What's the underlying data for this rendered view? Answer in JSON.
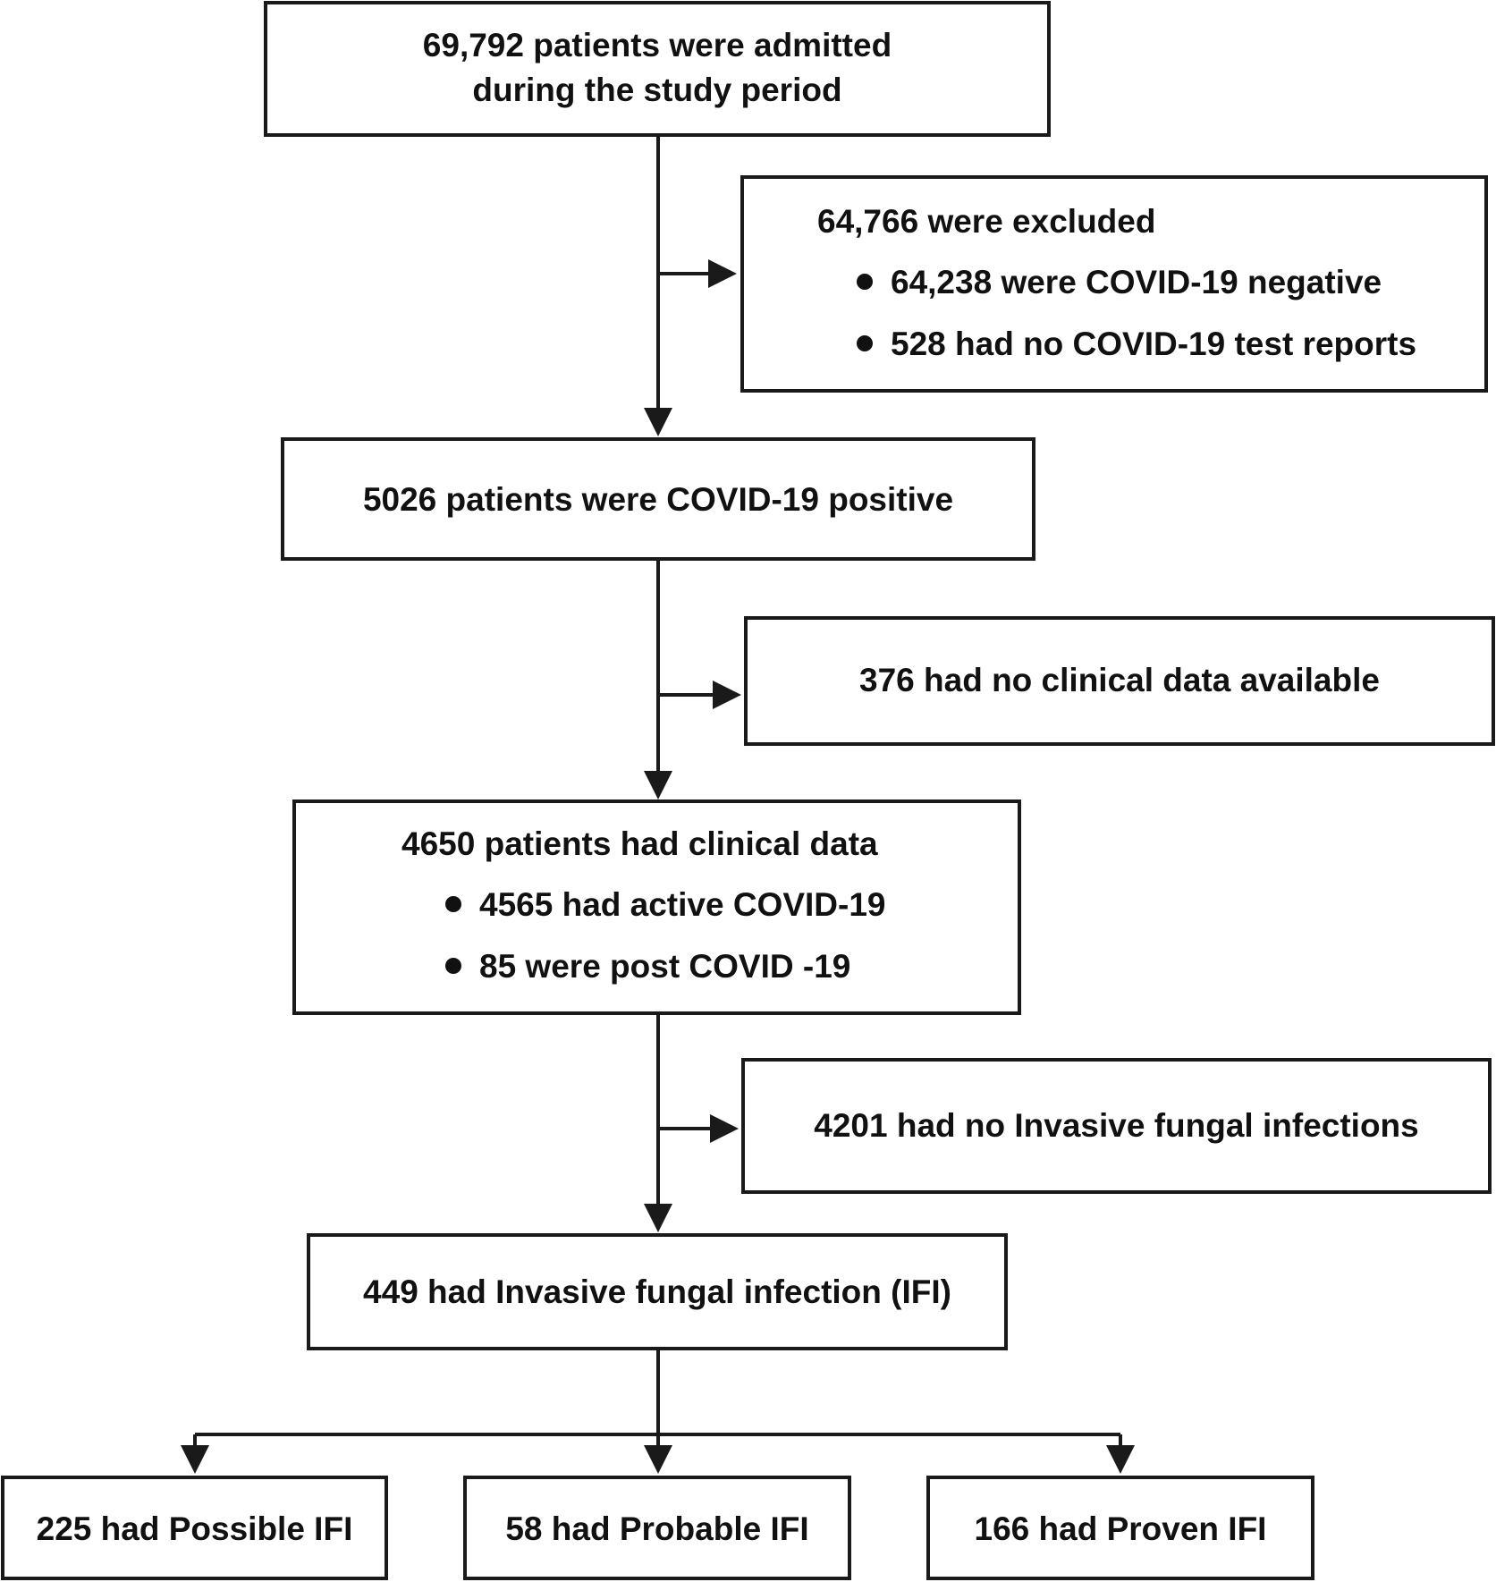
{
  "nodes": {
    "admitted": {
      "line1": "69,792 patients were admitted",
      "line2": "during the study period"
    },
    "excluded": {
      "title": "64,766 were excluded",
      "bullets": [
        "64,238 were COVID-19 negative",
        "528 had no COVID-19 test reports"
      ]
    },
    "positive": {
      "text": "5026 patients were COVID-19 positive"
    },
    "no_clinical": {
      "text": "376 had no clinical data available"
    },
    "clinical": {
      "title": "4650 patients had clinical data",
      "bullets": [
        "4565 had active COVID-19",
        "85 were post COVID -19"
      ]
    },
    "no_ifi": {
      "text": "4201 had no Invasive fungal infections"
    },
    "ifi": {
      "text": "449 had Invasive fungal infection (IFI)"
    },
    "possible": {
      "text": "225 had Possible IFI"
    },
    "probable": {
      "text": "58 had Probable IFI"
    },
    "proven": {
      "text": "166 had Proven IFI"
    }
  },
  "colors": {
    "line": "#1a1a1a",
    "text": "#111111",
    "background": "#ffffff"
  }
}
